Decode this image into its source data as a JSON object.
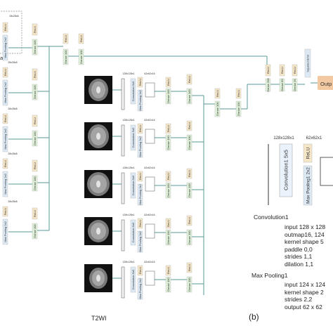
{
  "left_column": {
    "top_dims": "28x28x8",
    "part_label": "art",
    "branches": [
      {
        "relu_a": "ReLU",
        "pool": "Max Pooling 2x2",
        "dims": "28x28x8",
        "relu_b": "ReLU",
        "dense": "Dense 100"
      },
      {
        "relu_a": "ReLU",
        "pool": "Max Pooling 2x2",
        "dims": "28x28x8",
        "relu_b": "ReLU",
        "dense": "Dense 100"
      },
      {
        "relu_a": "ReLU",
        "pool": "Max Pooling 2x2",
        "dims": "28x28x8",
        "relu_b": "ReLU",
        "dense": "Dense 100"
      },
      {
        "relu_a": "ReLU",
        "pool": "Max Pooling 2x2",
        "dims": "28x28x8",
        "relu_b": "ReLU",
        "dense": "Dense 100"
      },
      {
        "relu_a": "ReLU",
        "pool": "Max Pooling 2x2",
        "dims": "28x28x8",
        "relu_b": "ReLU",
        "dense": "Dense 100"
      }
    ]
  },
  "merge_column": {
    "relu": [
      "ReLU",
      "ReLU"
    ],
    "dense": [
      "Dense 100",
      "Dense 100"
    ]
  },
  "image_branches": [
    {
      "dim_a": "128x128x1",
      "dim_b": "62x62x16",
      "conv": "Convolution 5x5",
      "pool": "Max Pooling 2x2",
      "relu_a": "ReLU",
      "relu_b": "ReLU",
      "dense": "Dense 100"
    },
    {
      "dim_a": "128x128x1",
      "dim_b": "62x62x16",
      "conv": "Convolution 5x5",
      "pool": "Max Pooling 2x2",
      "relu_a": "ReLU",
      "relu_b": "ReLU",
      "dense": "Dense 100"
    },
    {
      "dim_a": "128x128x1",
      "dim_b": "62x62x16",
      "conv": "Convolution 5x5",
      "pool": "Max Pooling 2x2",
      "relu_a": "ReLU",
      "relu_b": "ReLU",
      "dense": "Dense 100"
    },
    {
      "dim_a": "128x128x1",
      "dim_b": "62x62x16",
      "conv": "Convolution 5x5",
      "pool": "Max Pooling 2x2",
      "relu_a": "ReLU",
      "relu_b": "ReLU",
      "dense": "Dense 100"
    },
    {
      "dim_a": "128x128x1",
      "dim_b": "62x62x16",
      "conv": "Convolution 5x5",
      "pool": "Max Pooling 2x2",
      "relu_a": "ReLU",
      "relu_b": "ReLU",
      "dense": "Dense 100"
    }
  ],
  "image_caption": "T2WI",
  "combine": {
    "relu": [
      "ReLU",
      "ReLU"
    ],
    "dense": [
      "Dense 100",
      "Dense 100"
    ]
  },
  "head": {
    "relu": [
      "ReLU",
      "ReLU",
      "ReLU"
    ],
    "dense": [
      "Dense 200",
      "Dense 50",
      "Dense 25"
    ],
    "loss": "Squared Error",
    "output": "Outp"
  },
  "detail": {
    "dim_in": "128x128x1",
    "dim_out": "62x62x1",
    "conv": "Convolution1 5x5",
    "pool": "Max Pooling1 2x2",
    "relu": "ReLU",
    "conv_title": "Convolution1",
    "conv_params": [
      "input 128 x 128",
      "outmap16, 124",
      "kernel shape 5",
      "paddle 0,0",
      "strides 1,1",
      "dilation 1,1"
    ],
    "pool_title": "Max Pooling1",
    "pool_params": [
      "input 124 x 124",
      "kernel shape 2",
      "strides 2,2",
      "output 62 x 62"
    ]
  },
  "panel_label": "(b)",
  "colors": {
    "relu": "#f5e6c8",
    "pool": "#dce9f5",
    "dense": "#dff0d8",
    "output": "#f2c9a0",
    "line": "#5a9a9a",
    "frame": "#444444"
  }
}
